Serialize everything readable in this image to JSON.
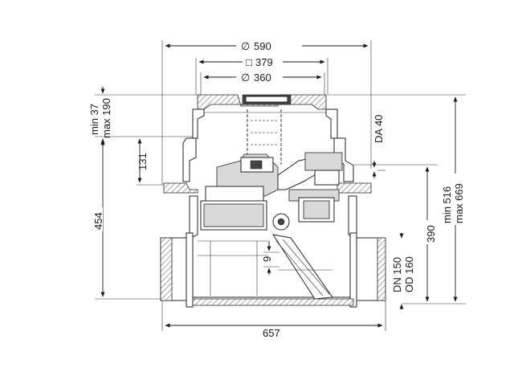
{
  "dimensions": {
    "top_outer": "590",
    "top_middle": "379",
    "top_inner": "360",
    "left_cover": "min 37",
    "left_cover_max": "max 190",
    "left_131": "131",
    "left_454": "454",
    "right_da": "DA 40",
    "right_min": "min 516",
    "right_max": "max 669",
    "right_390": "390",
    "right_dn": "DN 150",
    "right_od": "OD 160",
    "inner_9": "9",
    "bottom_657": "657"
  },
  "symbols": {
    "diameter": "∅",
    "square": "□"
  }
}
